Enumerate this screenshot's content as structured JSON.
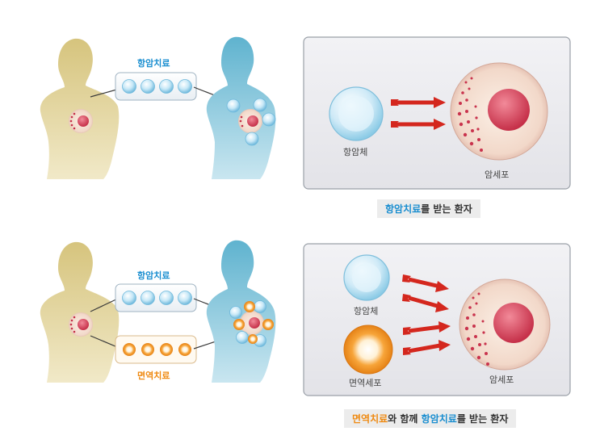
{
  "colors": {
    "chemo_blue": "#1a8ed0",
    "immune_orange": "#ef8a12",
    "arrow_red": "#d4271e",
    "panel_bg": "#e9e9ee",
    "cancer_cell": "#d9435a",
    "body_yellow": "#d8c98c",
    "body_blue": "#7cc3d8"
  },
  "scene1": {
    "chemo_label": "항암치료",
    "panel": {
      "antibody_label": "항암체",
      "cancer_label": "암세포"
    },
    "caption": {
      "highlight": "항암치료",
      "rest": "를 받는 환자"
    }
  },
  "scene2": {
    "chemo_label": "항암치료",
    "immune_label": "면역치료",
    "panel": {
      "antibody_label": "항암체",
      "immune_cell_label": "면역세포",
      "cancer_label": "암세포"
    },
    "caption": {
      "highlight1": "면역치료",
      "middle": "와 함께 ",
      "highlight2": "항암치료",
      "rest": "를 받는 환자"
    }
  }
}
